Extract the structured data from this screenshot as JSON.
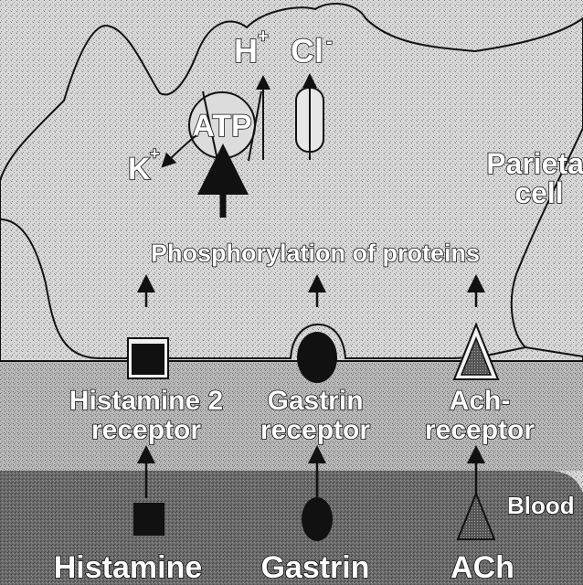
{
  "ions": {
    "h_plus": "H",
    "h_sup": "+",
    "cl_minus": "Cl",
    "cl_sup": "-",
    "k_plus": "K",
    "k_sup": "+"
  },
  "pump_label": "ATP",
  "cell_label": {
    "line1": "Parietal",
    "line2": "cell"
  },
  "phosphorylation": "Phosphorylation of proteins",
  "receptors": {
    "histamine": {
      "line1": "Histamine 2",
      "line2": "receptor"
    },
    "gastrin": {
      "line1": "Gastrin",
      "line2": "receptor"
    },
    "ach": {
      "line1": "Ach-",
      "line2": "receptor"
    }
  },
  "blood_label": "Blood",
  "ligands": {
    "histamine": "Histamine",
    "gastrin": "Gastrin",
    "ach": "ACh"
  },
  "colors": {
    "cell_fill": "#c9c9c9",
    "blood_fill": "#6e6e6e",
    "outline": "#111111",
    "stipple": "#8c8c8c"
  }
}
